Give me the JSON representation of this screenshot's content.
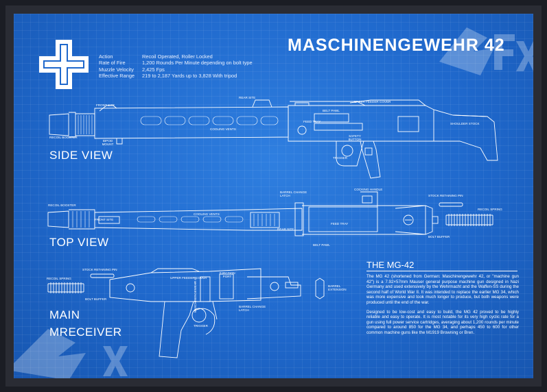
{
  "title": "MASCHINENGEWEHR 42",
  "specs": {
    "labels": [
      "Action",
      "Rate of Fire",
      "Muzzle Velocity",
      "Effective Range"
    ],
    "values": [
      "Recoil Operated, Roller Locked",
      "1,200 Rounds Per Minute depending on bolt type",
      "2,425 Fps",
      "219 to 2,187 Yards up to 3,828 With tripod"
    ]
  },
  "views": {
    "side": "SIDE VIEW",
    "top": "TOP VIEW",
    "main_1": "MAIN",
    "main_2": "MRECEIVER"
  },
  "side_labels": {
    "front_site": "FRONT SITE",
    "rear_site": "REAR SITE",
    "upper_feeder_cover": "UPPER FEEDER COVER",
    "belt_pawl": "BELT PAWL",
    "feed_tray": "FEED TRAY",
    "cooling_vents": "COOLING VENTS",
    "recoil_booster": "RECOIL BOOSTER",
    "bipod_mount": "BIPOD MOUNT",
    "safety_button": "SAFETY BUTTON",
    "trigger": "TRIGGER",
    "shoulder_stock": "SHOULDER STOCK"
  },
  "top_labels": {
    "recoil_booster": "RECOIL BOOSTER",
    "barrel_change_latch": "BARREL CHANGE LATCH",
    "cocking_handle": "COCKING HANDLE",
    "stock_retaining_pin": "STOCK RETAINING PIN",
    "recoil_spring": "RECOIL SPRING",
    "cooling_vents": "COOLING VENTS",
    "front_site": "FRONT SITE",
    "rear_site": "REAR SITE",
    "feed_tray": "FEED TRAY",
    "belt_pawl": "BELT PAWL",
    "bolt_buffer": "BOLT BUFFER"
  },
  "main_labels": {
    "stock_retaining_pin": "STOCK RETAINING PIN",
    "recoil_spring": "RECOIL SPRING",
    "bolt_buffer": "BOLT BUFFER",
    "upper_feeder_cover": "UPPER FEEDER COVER",
    "ejection_port": "EJECTION PORT",
    "barrel_extension": "BARREL EXTENSION",
    "barrel_change_latch": "BARREL CHANGE LATCH",
    "trigger": "TRIGGER",
    "receiver_stamp": "MASCHINENGEWEHR 42"
  },
  "mg": {
    "title": "THE MG-42",
    "p1": "The MG 42 (shortened from German: Maschinengewehr 42, or \"machine gun 42\") is a 7.92×57mm Mauser general purpose machine gun designed in Nazi Germany and used extensively by the Wehrmacht and the Waffen-SS during the second half of World War II. It was intended to replace the earlier MG 34, which was more expensive and took much longer to produce, but both weapons were produced until the end of the war.",
    "p2": "Designed to be low-cost and easy to build, the MG 42 proved to be highly reliable and easy to operate. It is most notable for its very high cyclic rate for a gun using full power service cartridges, averaging about 1,200 rounds per minute compared to around 850 for the MG 34, and perhaps 450 to 600 for other common machine guns like the M1919 Browning or Bren."
  },
  "colors": {
    "paper": "#1f68cc",
    "line": "#ffffff",
    "frame": "#1b1d24"
  }
}
